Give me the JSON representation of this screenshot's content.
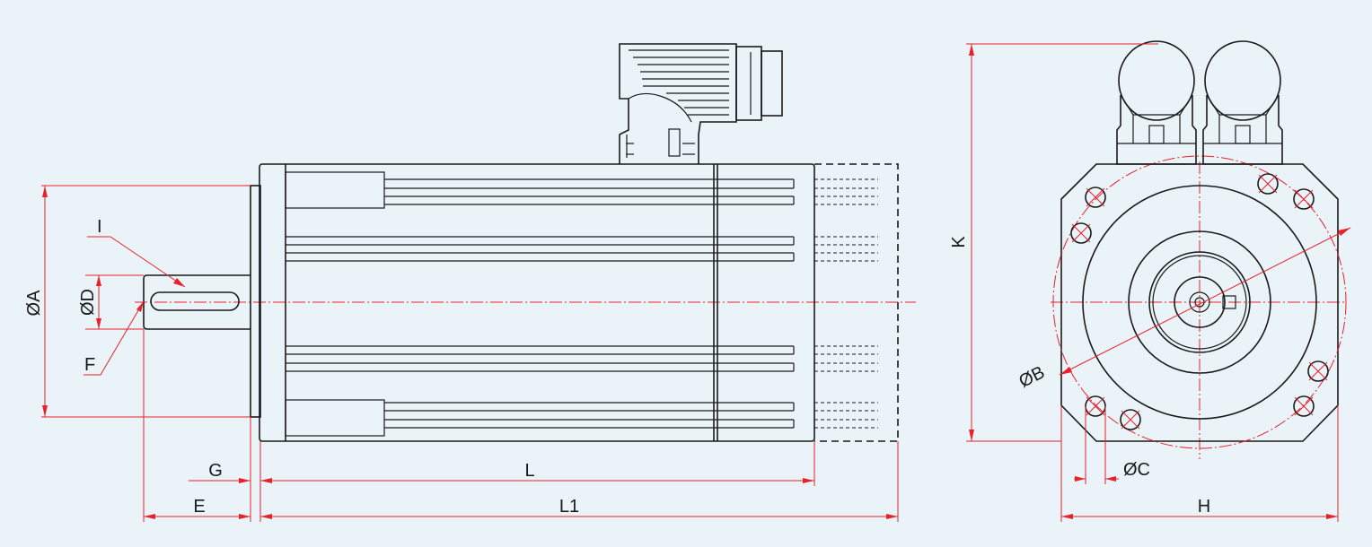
{
  "colors": {
    "background": "#eaf3f7",
    "outline": "#1a1a1a",
    "dimension": "#e8212b"
  },
  "labels": {
    "phi_a": "ØA",
    "phi_d": "ØD",
    "i": "I",
    "f": "F",
    "g": "G",
    "l": "L",
    "e": "E",
    "l1": "L1",
    "k": "K",
    "phi_b": "ØB",
    "phi_c": "ØC",
    "h": "H"
  }
}
